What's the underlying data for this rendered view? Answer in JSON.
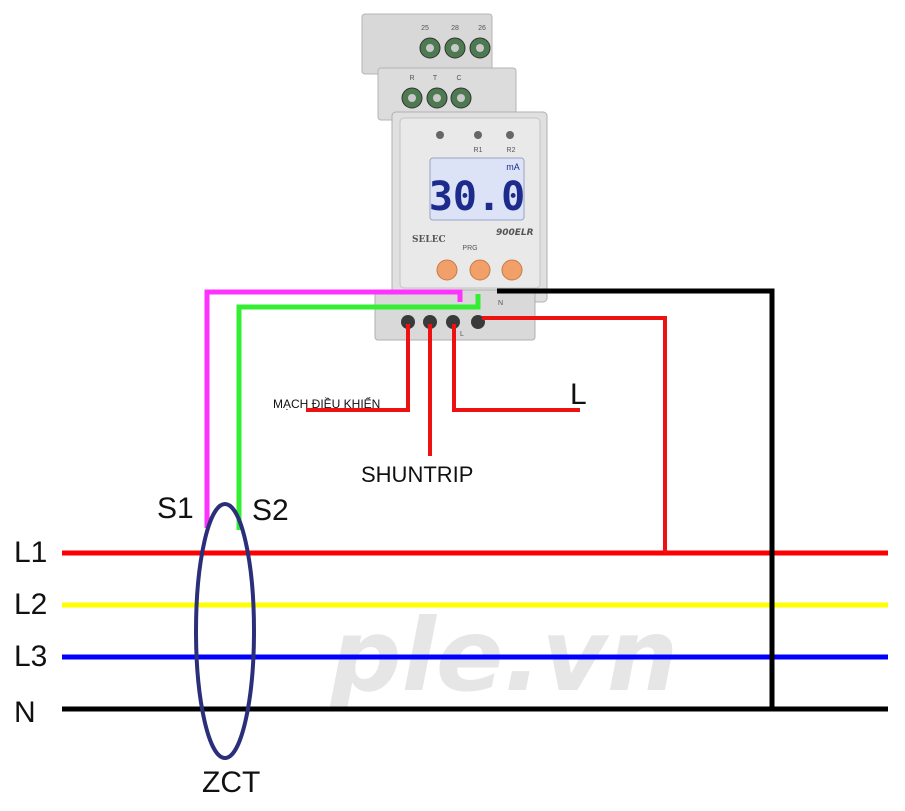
{
  "device": {
    "top_terminals": [
      "25",
      "28",
      "26"
    ],
    "mid_terminals": [
      "R",
      "T",
      "C"
    ],
    "led_labels": [
      "R1",
      "R2"
    ],
    "display_value": "30.0",
    "display_unit": "mA",
    "brand": "SELEC",
    "model": "900ELR",
    "prg_label": "PRG",
    "bottom_labels": [
      "L",
      "N"
    ]
  },
  "labels": {
    "control_circuit": "MẠCH ĐIỀU KHIỂN",
    "shuntrip": "SHUNTRIP",
    "supply": "L",
    "s1": "S1",
    "s2": "S2",
    "zct": "ZCT"
  },
  "lines": [
    {
      "name": "L1",
      "color": "#ff0000"
    },
    {
      "name": "L2",
      "color": "#ffff00"
    },
    {
      "name": "L3",
      "color": "#0000ff"
    },
    {
      "name": "N",
      "color": "#000000"
    }
  ],
  "wire_colors": {
    "s1": "#ff33ff",
    "s2": "#33ee33",
    "control": "#ee1111",
    "neutral": "#000000",
    "zct": "#2b2f7a"
  },
  "watermark": "ple.vn"
}
